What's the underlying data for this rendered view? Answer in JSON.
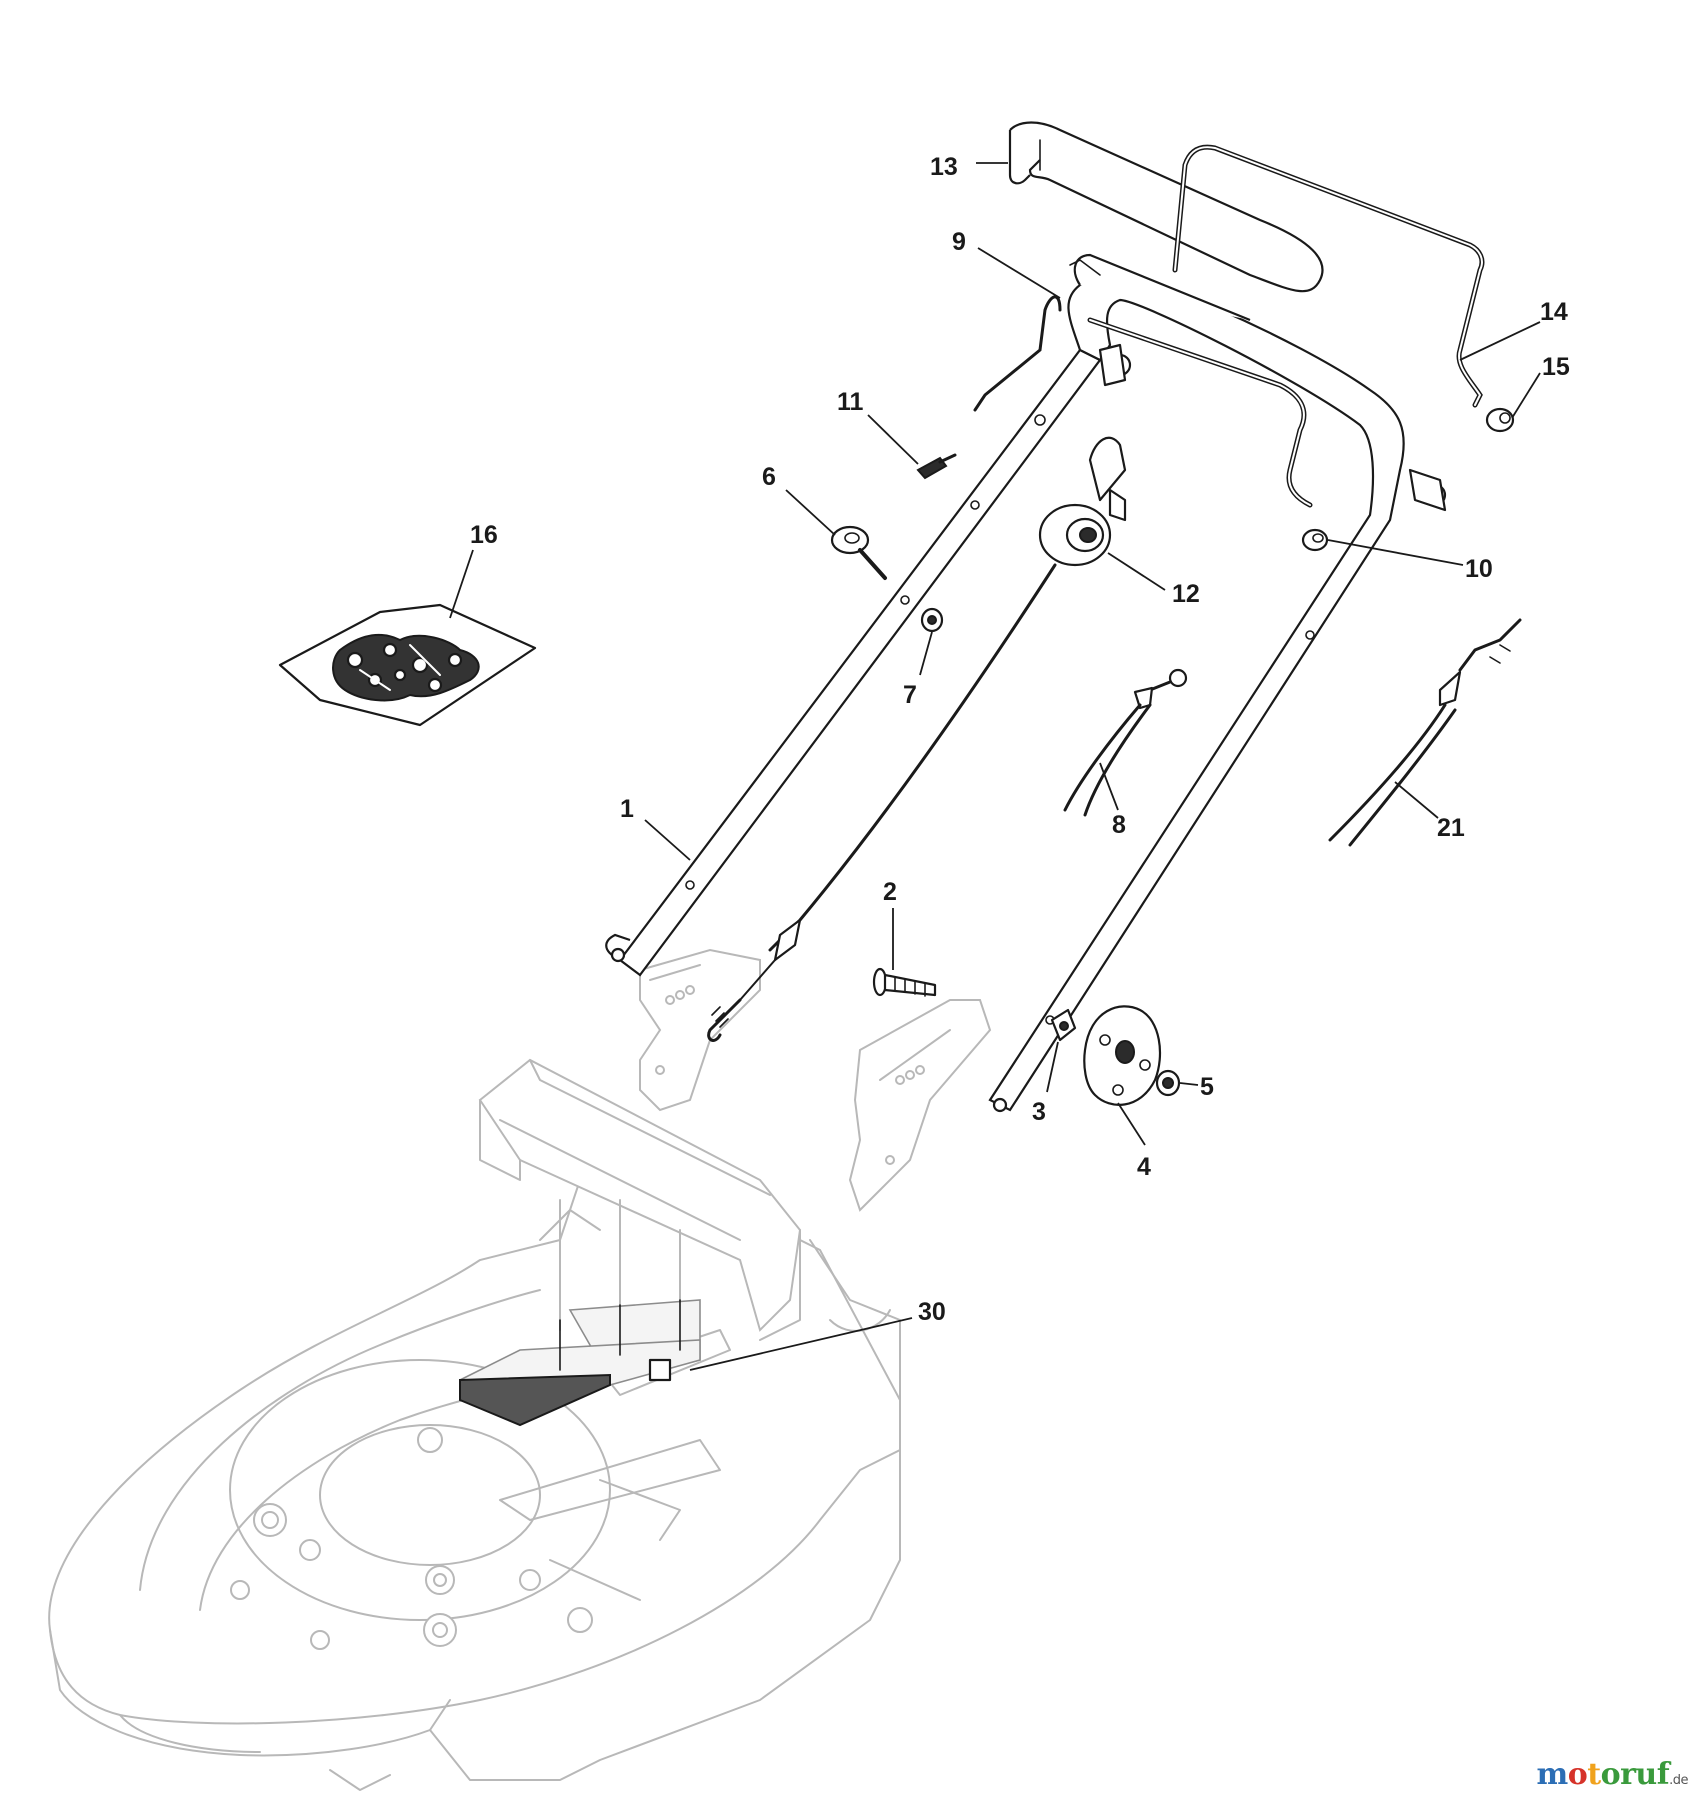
{
  "diagram": {
    "callouts": [
      {
        "id": "c13",
        "label": "13"
      },
      {
        "id": "c9",
        "label": "9"
      },
      {
        "id": "c14",
        "label": "14"
      },
      {
        "id": "c15",
        "label": "15"
      },
      {
        "id": "c11",
        "label": "11"
      },
      {
        "id": "c6",
        "label": "6"
      },
      {
        "id": "c16",
        "label": "16"
      },
      {
        "id": "c12",
        "label": "12"
      },
      {
        "id": "c10",
        "label": "10"
      },
      {
        "id": "c7",
        "label": "7"
      },
      {
        "id": "c8",
        "label": "8"
      },
      {
        "id": "c21",
        "label": "21"
      },
      {
        "id": "c1",
        "label": "1"
      },
      {
        "id": "c2",
        "label": "2"
      },
      {
        "id": "c3",
        "label": "3"
      },
      {
        "id": "c4",
        "label": "4"
      },
      {
        "id": "c5",
        "label": "5"
      },
      {
        "id": "c30",
        "label": "30"
      }
    ]
  },
  "watermark": {
    "brand_parts": [
      "m",
      "o",
      "t",
      "oruf"
    ],
    "tld": ".de",
    "colors": {
      "blue": "#2c6eb5",
      "red": "#d6332a",
      "orange": "#f0a21d",
      "green": "#3a9a3c"
    }
  }
}
